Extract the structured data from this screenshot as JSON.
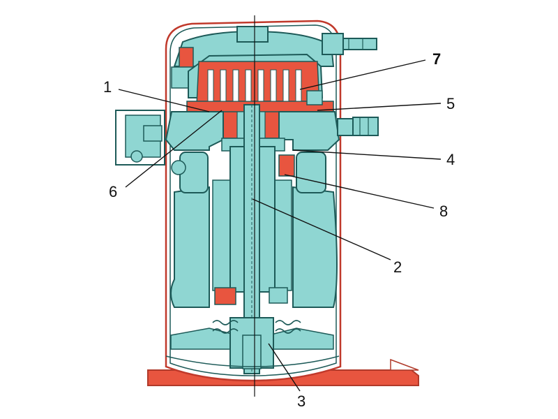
{
  "labels": {
    "l1": "1",
    "l2": "2",
    "l3": "3",
    "l4": "4",
    "l5": "5",
    "l6": "6",
    "l7": "7",
    "l8": "8"
  },
  "colors": {
    "teal": "#8fd6d2",
    "red": "#e8553f",
    "outline": "#1d5a58",
    "shell": "#c0392b"
  }
}
